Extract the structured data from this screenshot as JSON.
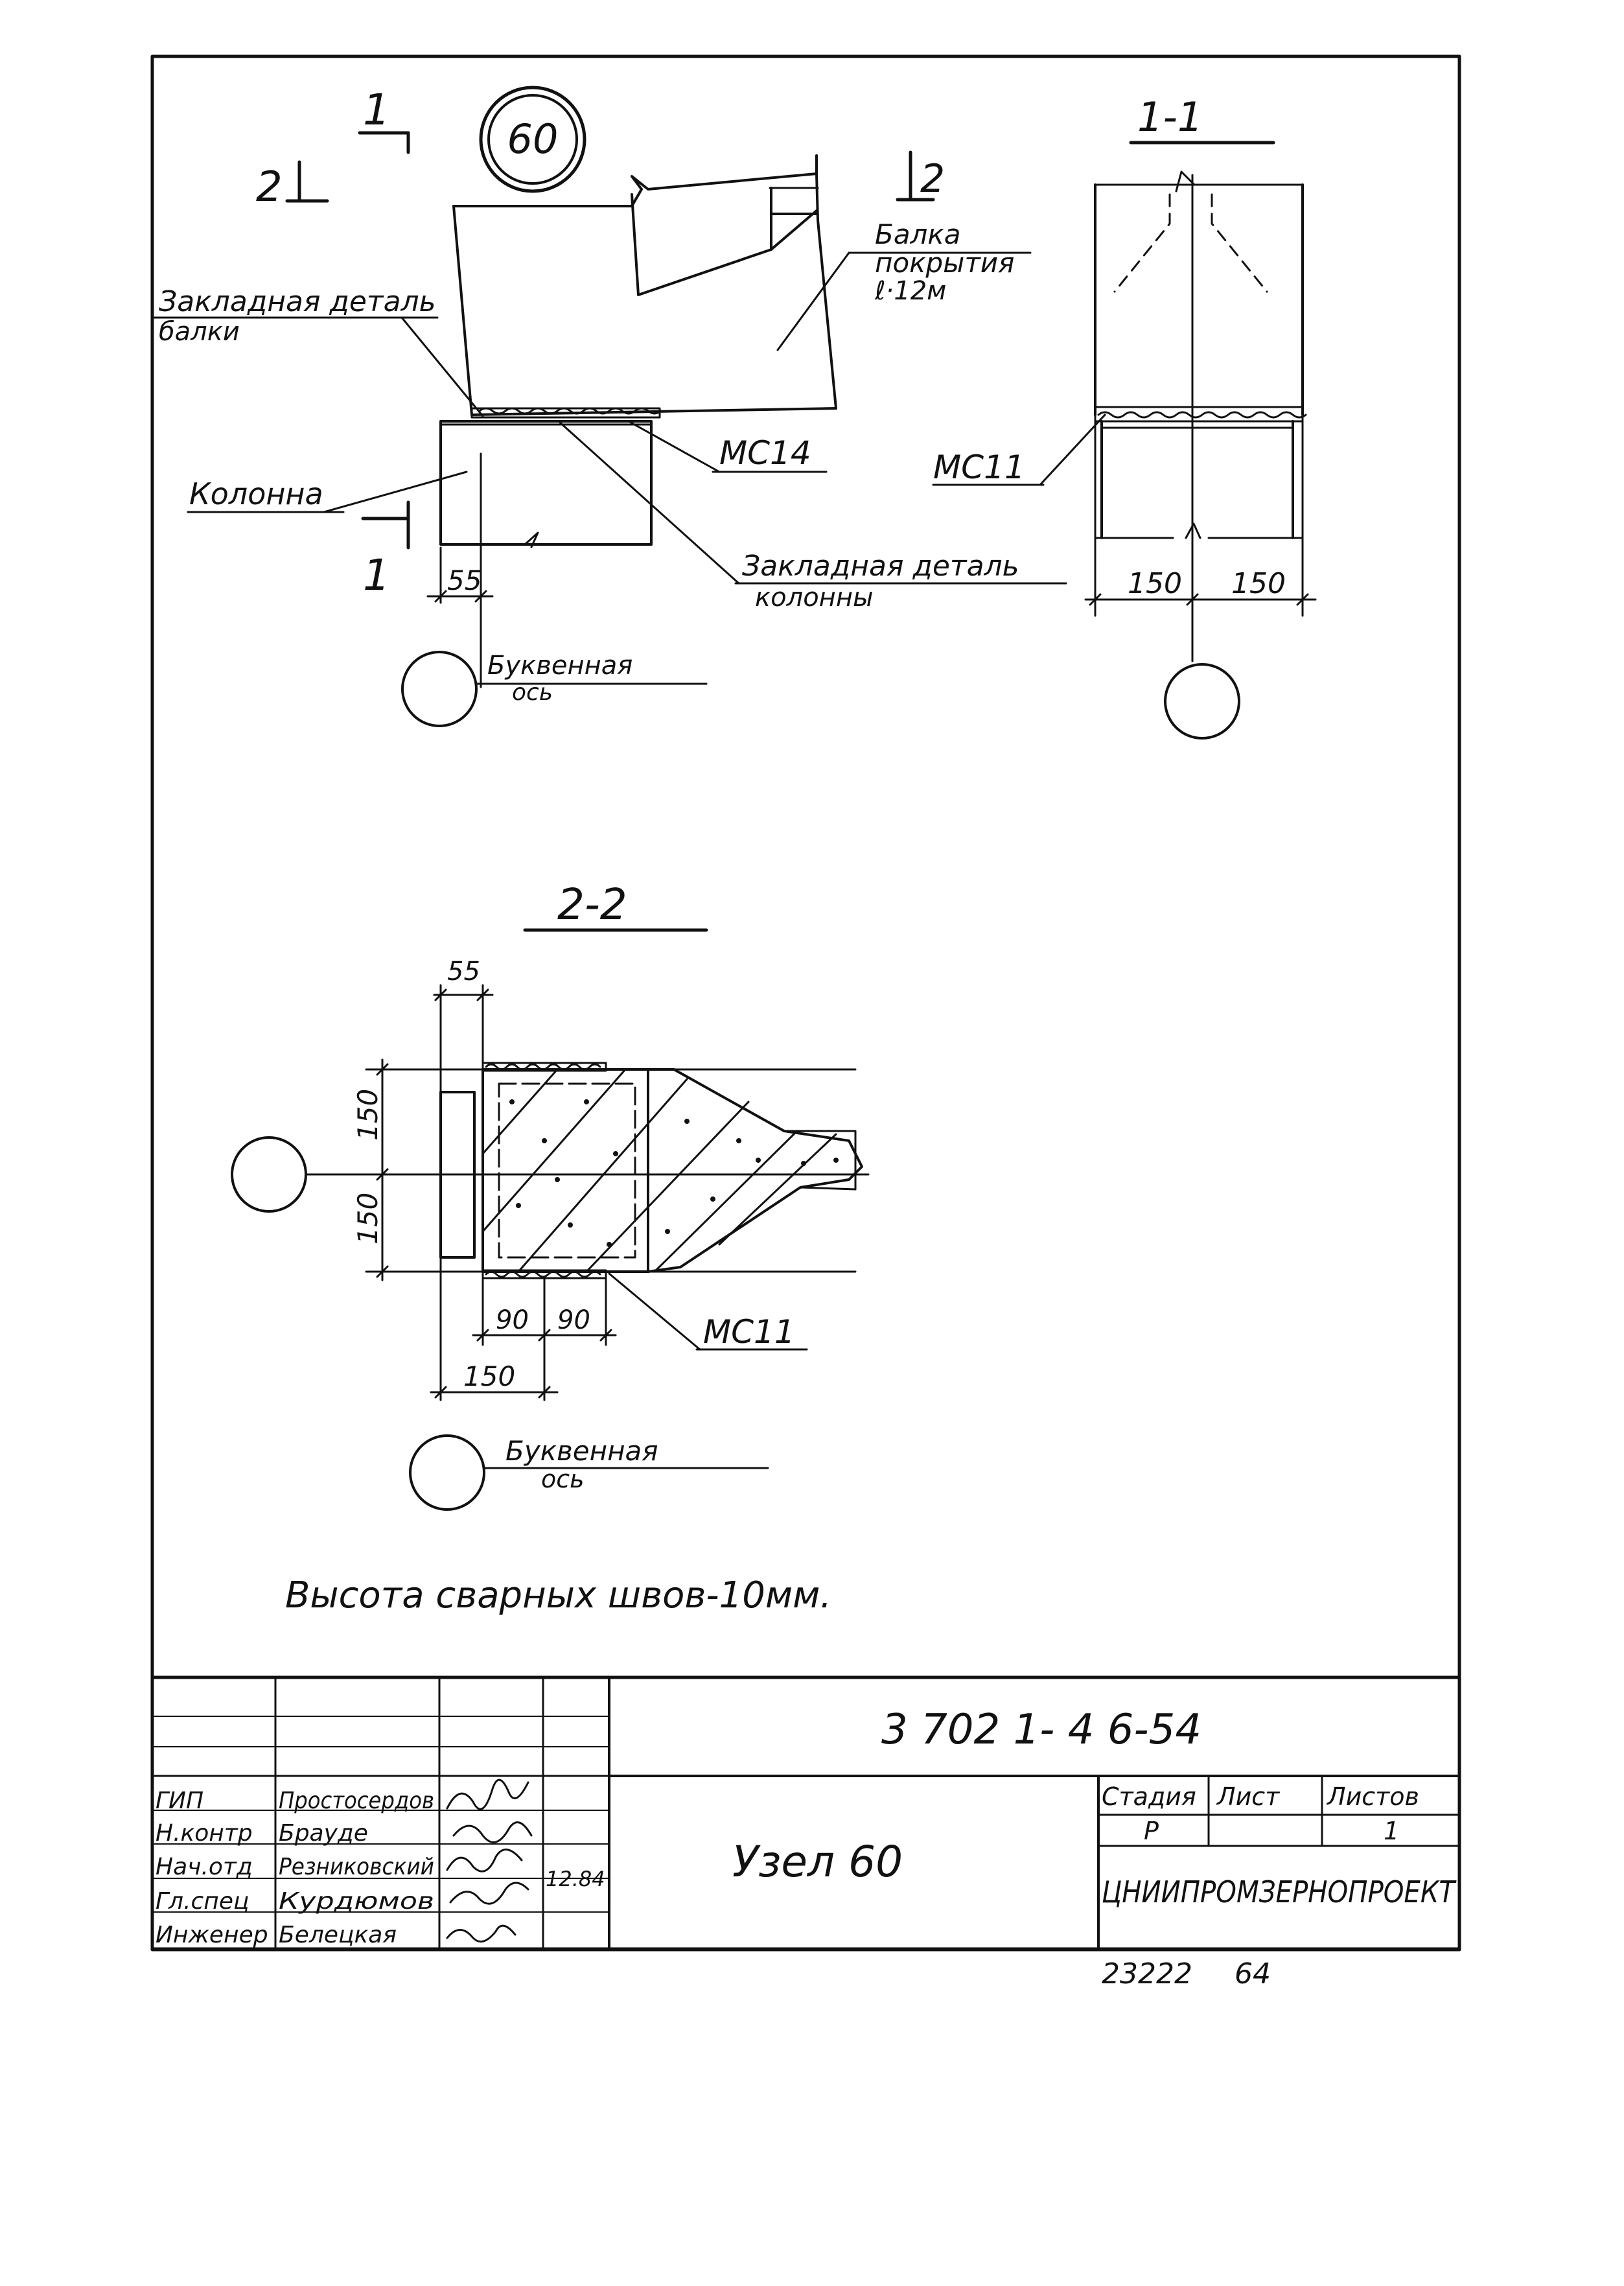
{
  "node_number": "60",
  "section_marks": {
    "left_top": "1",
    "left_bottom": "1",
    "left_2": "2",
    "right_2": "2"
  },
  "labels": {
    "beam_embedded_l1": "Закладная деталь",
    "beam_embedded_l2": "балки",
    "beam_l1": "Балка",
    "beam_l2": "покрытия",
    "beam_l3": "ℓ·12м",
    "column": "Колонна",
    "ms14": "МС14",
    "column_embedded_l1": "Закладная деталь",
    "column_embedded_l2": "колонны",
    "axis_l1": "Буквенная",
    "axis_l2": "ось",
    "ms11_a": "МС11",
    "ms11_b": "МС11",
    "axis2_l1": "Буквенная",
    "axis2_l2": "ось"
  },
  "dims": {
    "d55_top": "55",
    "d150_a": "150",
    "d150_b": "150",
    "d55_bottom": "55",
    "d150_v1": "150",
    "d150_v2": "150",
    "d90_a": "90",
    "d90_b": "90",
    "d150_h": "150"
  },
  "section_titles": {
    "s11": "1-1",
    "s22": "2-2"
  },
  "note": "Высота сварных швов-10мм.",
  "title_block": {
    "code": "3 702 1- 4 6-54",
    "name": "Узел 60",
    "stage_header": "Стадия",
    "sheet_header": "Лист",
    "sheets_header": "Листов",
    "stage": "Р",
    "sheets": "1",
    "org": "ЦНИИПРОМЗЕРНОПРОЕКТ",
    "roles": [
      "ГИП",
      "Н.контр",
      "Нач.отд",
      "Гл.спец",
      "Инженер"
    ],
    "names": [
      "Простосердов",
      "Брауде",
      "Резниковский",
      "Курдюмов",
      "Белецкая"
    ],
    "date": "12.84",
    "bottom_number": "23222",
    "bottom_suffix": "64"
  }
}
